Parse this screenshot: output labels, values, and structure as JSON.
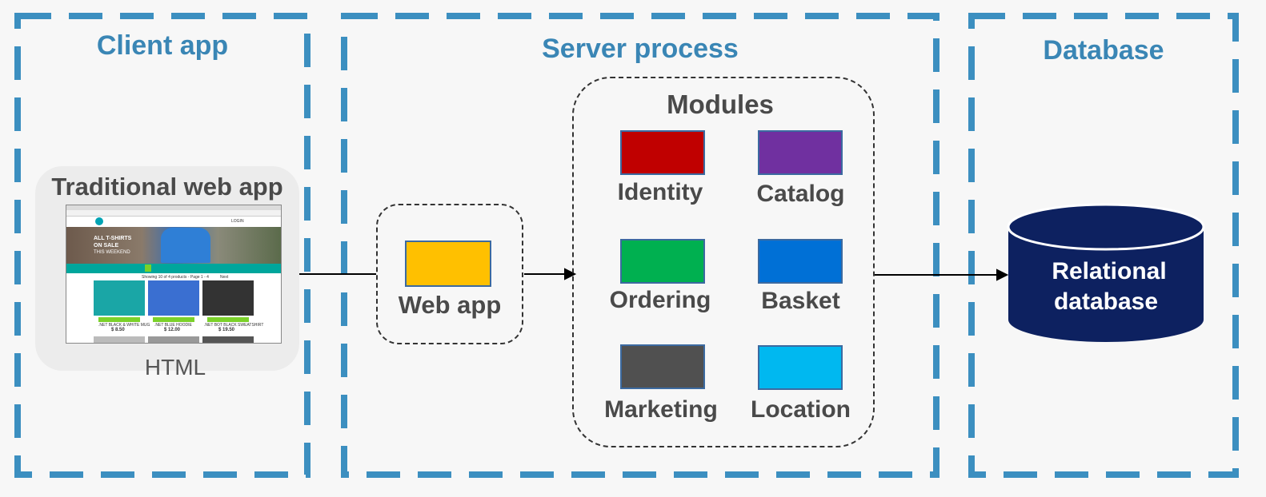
{
  "colors": {
    "section_border": "#3c8fc0",
    "section_title": "#3a86b5",
    "label": "#4a4a4a",
    "database_fill": "#0d2160"
  },
  "sections": {
    "client": {
      "title": "Client app"
    },
    "server": {
      "title": "Server process"
    },
    "database": {
      "title": "Database"
    }
  },
  "client": {
    "card_title": "Traditional web app",
    "card_caption": "HTML",
    "screenshot": {
      "banner_line1": "ALL T-SHIRTS",
      "banner_line2": "ON SALE",
      "banner_line3": "THIS WEEKEND",
      "login": "LOGIN",
      "showing": "Showing 10 of 4 products - Page 1 - 4",
      "next": "Next",
      "products": [
        {
          "name": ".NET BLACK & WHITE MUG",
          "price": "$ 8.50",
          "color": "#1aa6a6",
          "button": "[ ADD TO CART ]"
        },
        {
          "name": ".NET BLUE HOODIE",
          "price": "$ 12.00",
          "color": "#3a6fd1",
          "button": "[ ADD TO CART ]"
        },
        {
          "name": ".NET BOT BLACK SWEATSHIRT",
          "price": "$ 19.50",
          "color": "#333333",
          "button": "[ ADD TO CART ]"
        }
      ]
    }
  },
  "webapp": {
    "label": "Web app",
    "color": "#ffc000"
  },
  "modules": {
    "title": "Modules",
    "items": [
      {
        "label": "Identity",
        "color": "#c00000"
      },
      {
        "label": "Catalog",
        "color": "#7030a0"
      },
      {
        "label": "Ordering",
        "color": "#00b050"
      },
      {
        "label": "Basket",
        "color": "#0070d6"
      },
      {
        "label": "Marketing",
        "color": "#505050"
      },
      {
        "label": "Location",
        "color": "#00b8f0"
      }
    ]
  },
  "database": {
    "label_line1": "Relational",
    "label_line2": "database"
  }
}
